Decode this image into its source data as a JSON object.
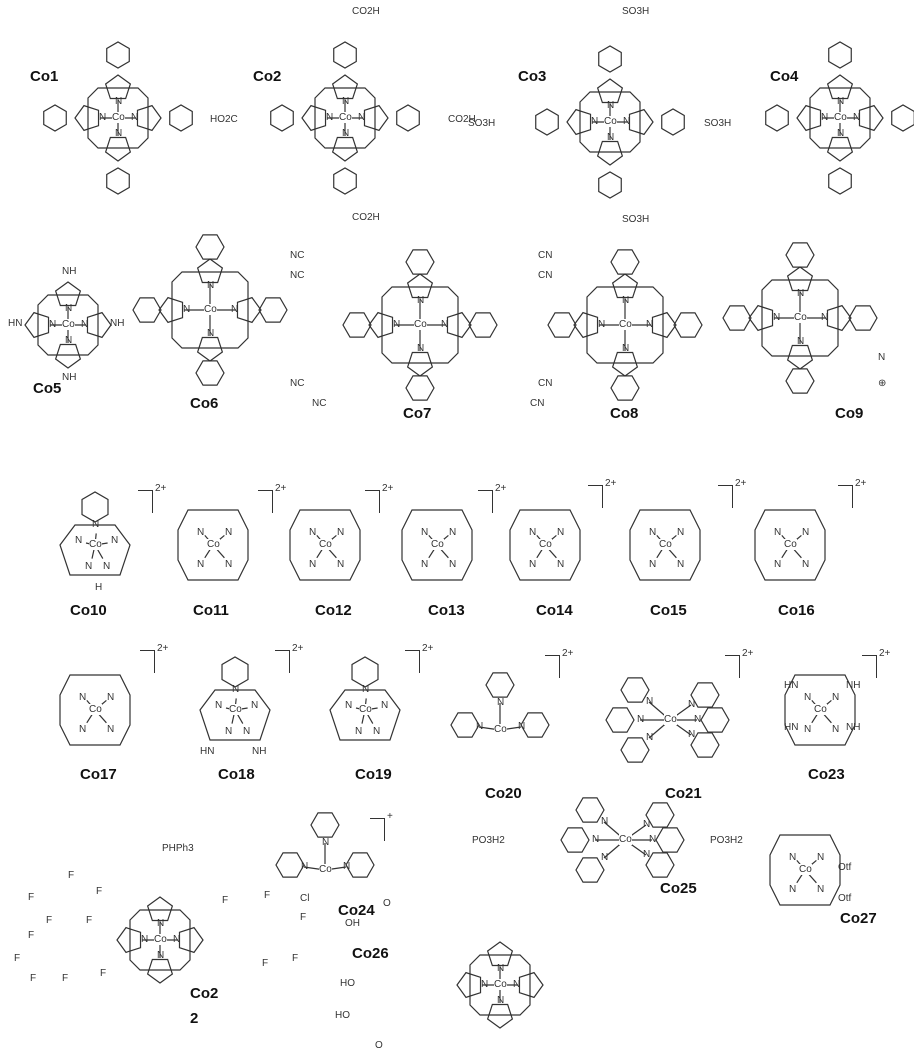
{
  "atoms": {
    "co": "Co",
    "n": "N"
  },
  "compounds": {
    "co1": {
      "label": "Co1"
    },
    "co2": {
      "label": "Co2",
      "subs": [
        "CO2H",
        "HO2C",
        "CO2H",
        "CO2H"
      ]
    },
    "co3": {
      "label": "Co3",
      "subs": [
        "SO3H",
        "SO3H",
        "SO3H",
        "SO3H"
      ]
    },
    "co4": {
      "label": "Co4"
    },
    "co5": {
      "label": "Co5",
      "subs": [
        "NH",
        "HN",
        "NH",
        "NH"
      ]
    },
    "co6": {
      "label": "Co6"
    },
    "co7": {
      "label": "Co7",
      "subs": [
        "NC",
        "NC",
        "CN",
        "CN",
        "NC",
        "NC",
        "CN",
        "CN"
      ]
    },
    "co8": {
      "label": "Co8"
    },
    "co9": {
      "label": "Co9",
      "subs": [
        "N",
        "⊕"
      ]
    },
    "co10": {
      "label": "Co10",
      "charge": "2+",
      "subs": [
        "H"
      ]
    },
    "co11": {
      "label": "Co11",
      "charge": "2+"
    },
    "co12": {
      "label": "Co12",
      "charge": "2+"
    },
    "co13": {
      "label": "Co13",
      "charge": "2+"
    },
    "co14": {
      "label": "Co14",
      "charge": "2+"
    },
    "co15": {
      "label": "Co15",
      "charge": "2+"
    },
    "co16": {
      "label": "Co16",
      "charge": "2+"
    },
    "co17": {
      "label": "Co17",
      "charge": "2+"
    },
    "co18": {
      "label": "Co18",
      "charge": "2+",
      "subs": [
        "HN",
        "NH"
      ]
    },
    "co19": {
      "label": "Co19",
      "charge": "2+"
    },
    "co20": {
      "label": "Co20",
      "charge": "2+"
    },
    "co21": {
      "label": "Co21",
      "charge": "2+"
    },
    "co23": {
      "label": "Co23",
      "charge": "2+",
      "subs": [
        "HN",
        "HN",
        "NH",
        "NH"
      ]
    },
    "co22": {
      "label": "Co2",
      "label2": "2",
      "subs": [
        "PHPh3",
        "F",
        "F",
        "F",
        "F",
        "F",
        "F",
        "F",
        "F",
        "F",
        "F",
        "F",
        "F",
        "F",
        "F",
        "F"
      ]
    },
    "co24": {
      "label": "Co24",
      "charge": "+",
      "subs": [
        "Cl"
      ]
    },
    "co25": {
      "label": "Co25",
      "subs": [
        "PO3H2",
        "PO3H2"
      ]
    },
    "co26": {
      "label": "Co26",
      "subs": [
        "OH",
        "HO",
        "O",
        "HO",
        "O"
      ]
    },
    "co27": {
      "label": "Co27",
      "subs": [
        "Otf",
        "Otf"
      ]
    }
  }
}
